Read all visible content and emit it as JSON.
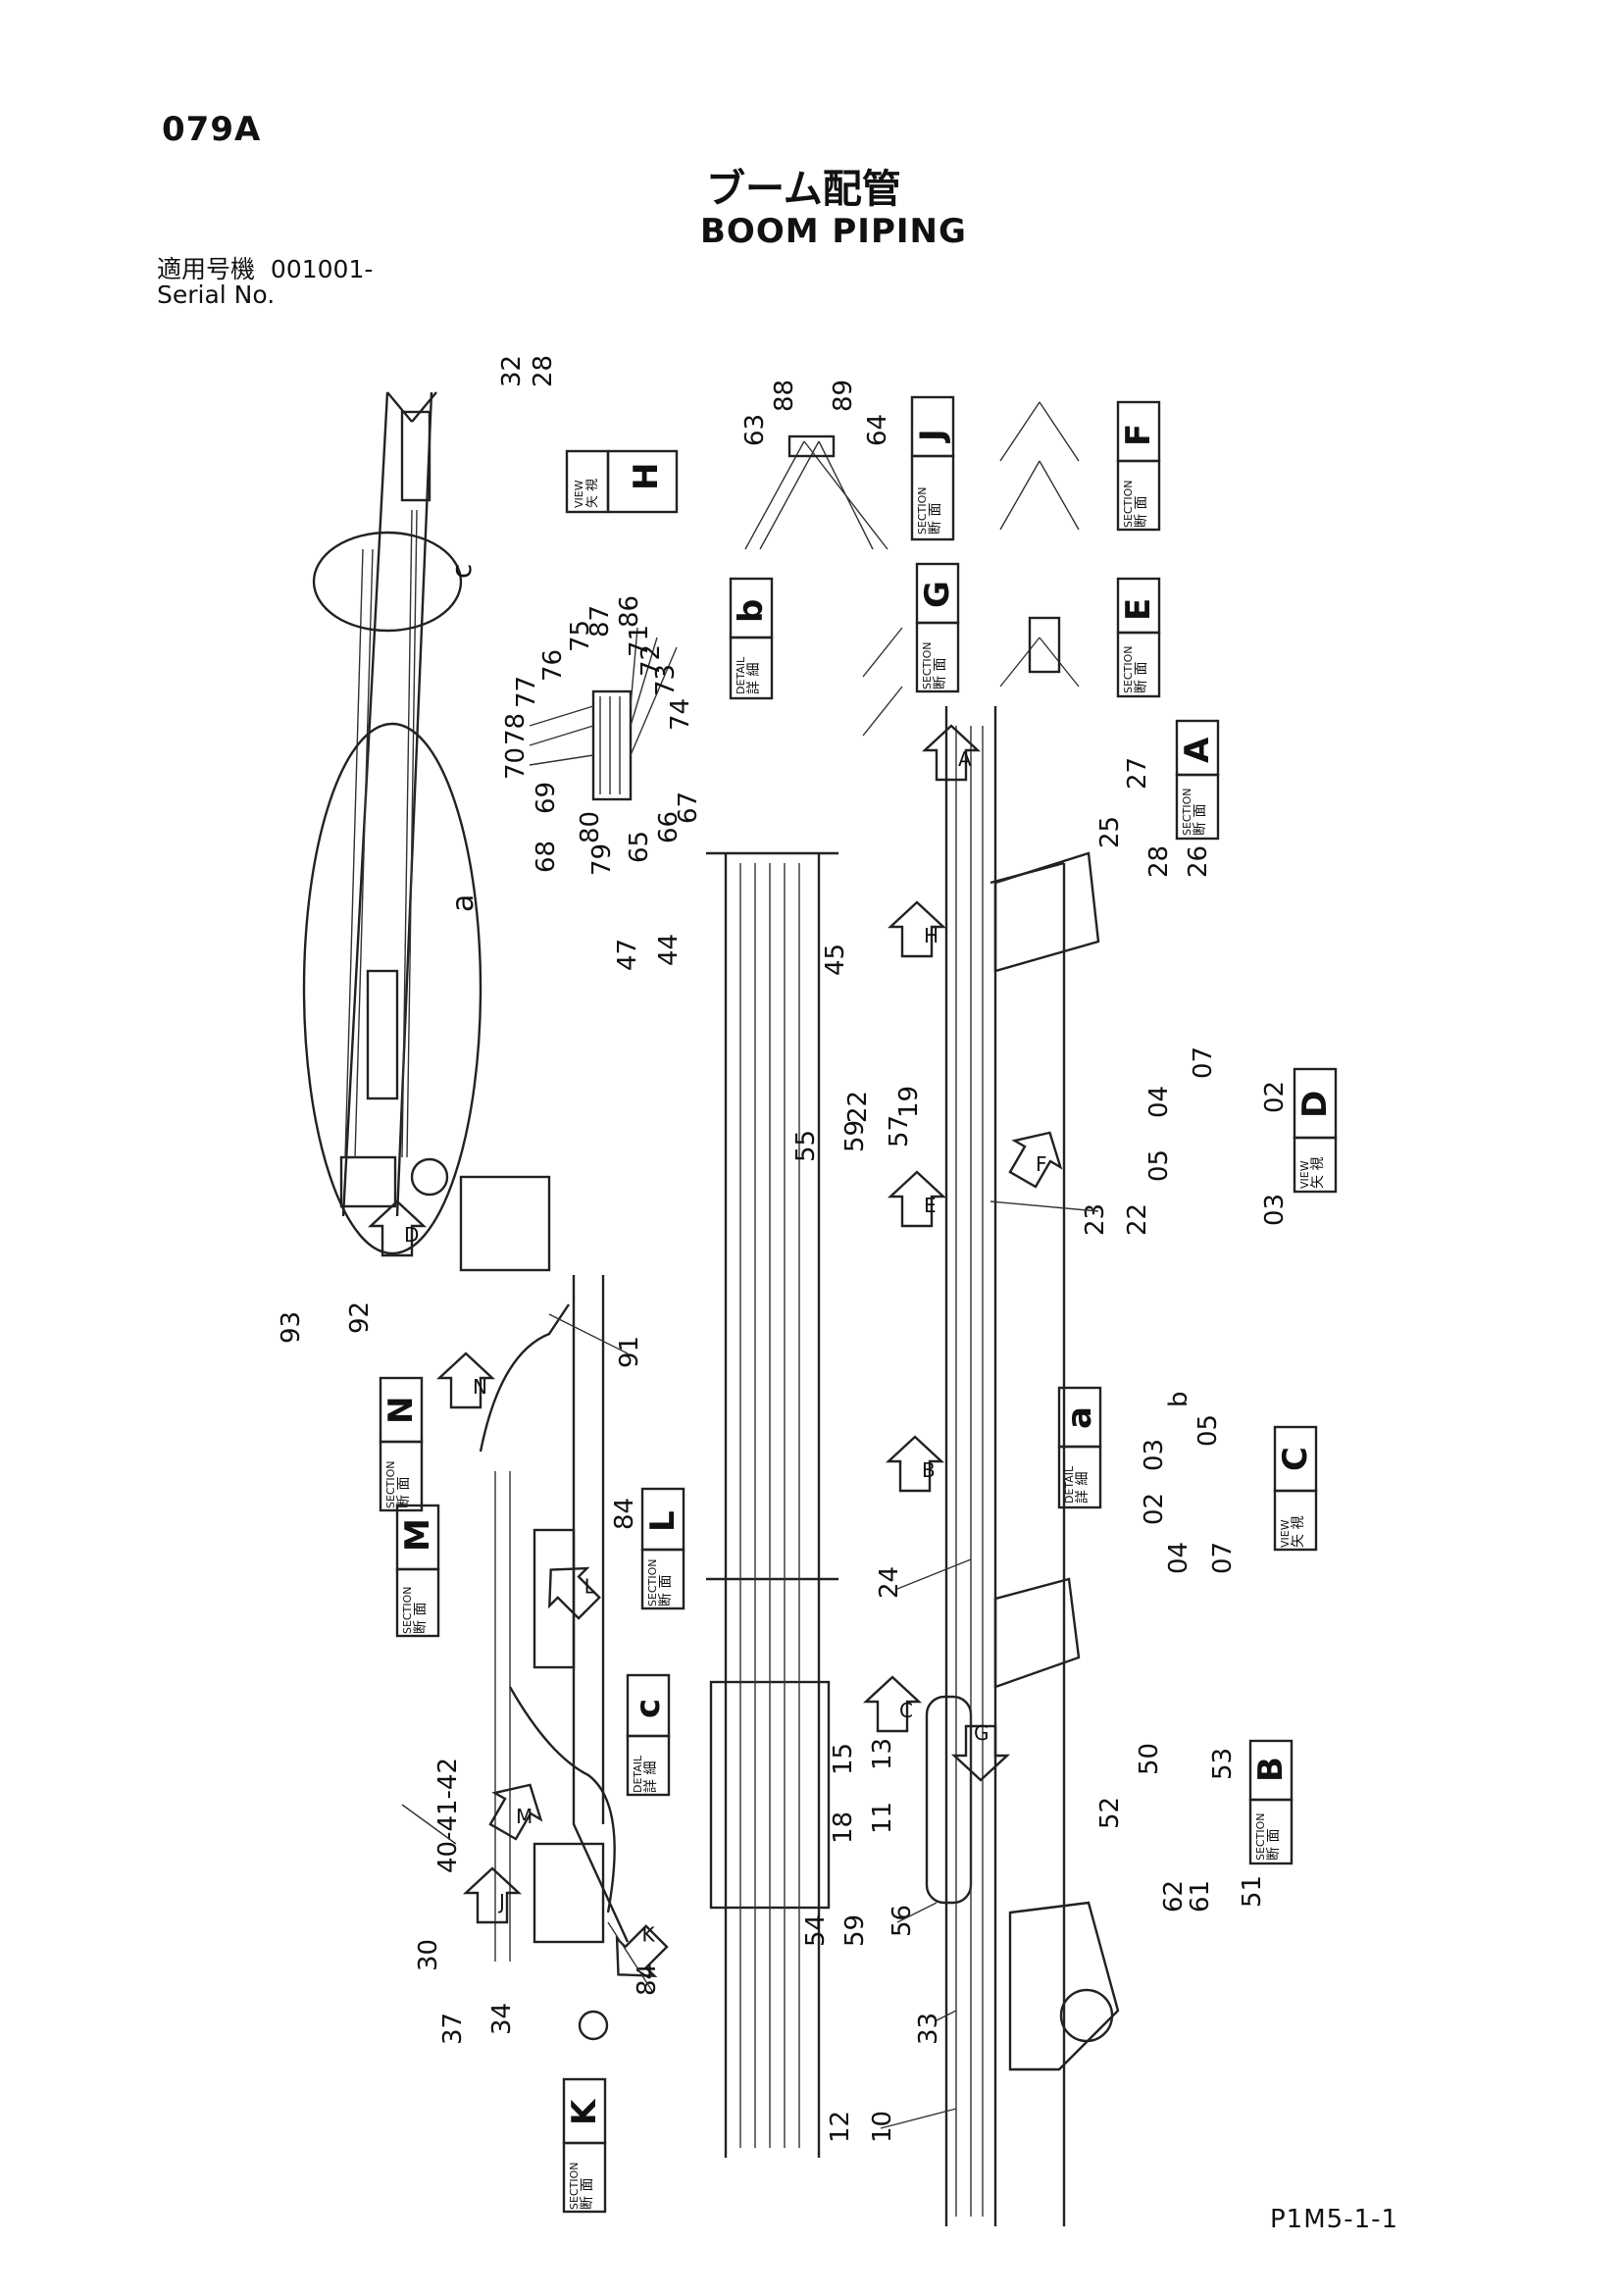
{
  "header": {
    "page_code": "079A",
    "title_jp": "ブーム配管",
    "title_en": "BOOM PIPING",
    "serial_label_jp": "適用号機",
    "serial_value": "001001-",
    "serial_label_en": "Serial No."
  },
  "footer": {
    "doc_code": "P1M5-1-1"
  },
  "views": [
    {
      "id": "H",
      "jp": "矢 視",
      "en": "VIEW"
    },
    {
      "id": "J",
      "jp": "断 面",
      "en": "SECTION"
    },
    {
      "id": "F",
      "jp": "断 面",
      "en": "SECTION"
    },
    {
      "id": "G",
      "jp": "断 面",
      "en": "SECTION"
    },
    {
      "id": "E",
      "jp": "断 面",
      "en": "SECTION"
    },
    {
      "id": "b",
      "jp": "詳 細",
      "en": "DETAIL"
    },
    {
      "id": "A",
      "jp": "断 面",
      "en": "SECTION"
    },
    {
      "id": "D",
      "jp": "矢 視",
      "en": "VIEW"
    },
    {
      "id": "N",
      "jp": "断 面",
      "en": "SECTION"
    },
    {
      "id": "M",
      "jp": "断 面",
      "en": "SECTION"
    },
    {
      "id": "L",
      "jp": "断 面",
      "en": "SECTION"
    },
    {
      "id": "c",
      "jp": "詳 細",
      "en": "DETAIL"
    },
    {
      "id": "a",
      "jp": "詳 細",
      "en": "DETAIL"
    },
    {
      "id": "C",
      "jp": "矢 視",
      "en": "VIEW"
    },
    {
      "id": "B",
      "jp": "断 面",
      "en": "SECTION"
    },
    {
      "id": "K",
      "jp": "断 面",
      "en": "SECTION"
    }
  ],
  "arrows": [
    "A",
    "H",
    "F",
    "E",
    "D",
    "N",
    "B",
    "C",
    "G",
    "L",
    "M",
    "J",
    "K"
  ],
  "parts": [
    "32",
    "28",
    "88",
    "89",
    "63",
    "64",
    "86",
    "87",
    "71",
    "72",
    "73",
    "74",
    "75",
    "76",
    "77",
    "78",
    "70",
    "69",
    "68",
    "80",
    "79",
    "65",
    "66",
    "67",
    "47",
    "44",
    "45",
    "27",
    "25",
    "28",
    "26",
    "22",
    "19",
    "55",
    "59",
    "57",
    "23",
    "22",
    "07",
    "04",
    "02",
    "05",
    "03",
    "93",
    "92",
    "91",
    "84",
    "b",
    "03",
    "05",
    "02",
    "04",
    "07",
    "24",
    "15",
    "13",
    "18",
    "11",
    "54",
    "59",
    "56",
    "40-41-42",
    "30",
    "37",
    "34",
    "84",
    "50",
    "53",
    "52",
    "62",
    "61",
    "51",
    "33",
    "12",
    "10"
  ],
  "callouts": [
    "a",
    "c"
  ]
}
